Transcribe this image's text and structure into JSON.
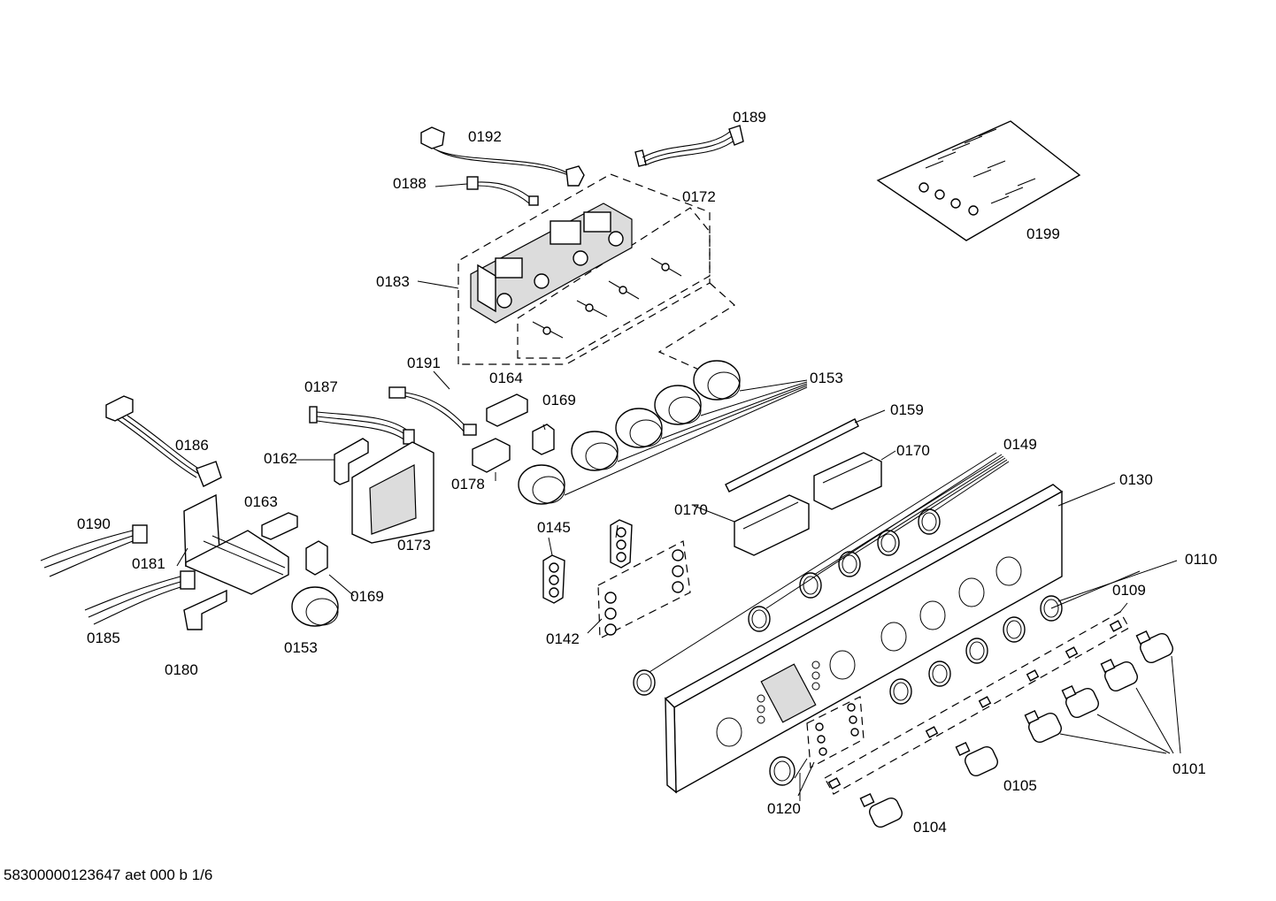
{
  "labels": {
    "l0192": "0192",
    "l0189": "0189",
    "l0188": "0188",
    "l0172": "0172",
    "l0199": "0199",
    "l0183": "0183",
    "l0191": "0191",
    "l0153a": "0153",
    "l0187": "0187",
    "l0164": "0164",
    "l0169a": "0169",
    "l0159": "0159",
    "l0186": "0186",
    "l0149": "0149",
    "l0162": "0162",
    "l0170a": "0170",
    "l0178": "0178",
    "l0130": "0130",
    "l0163": "0163",
    "l0170b": "0170",
    "l0190": "0190",
    "l0145": "0145",
    "l0173": "0173",
    "l0110": "0110",
    "l0181": "0181",
    "l0169b": "0169",
    "l0109": "0109",
    "l0185": "0185",
    "l0142": "0142",
    "l0153b": "0153",
    "l0180": "0180",
    "l0101": "0101",
    "l0105": "0105",
    "l0120": "0120",
    "l0104": "0104"
  },
  "footer": "58300000123647 aet 000 b 1/6"
}
